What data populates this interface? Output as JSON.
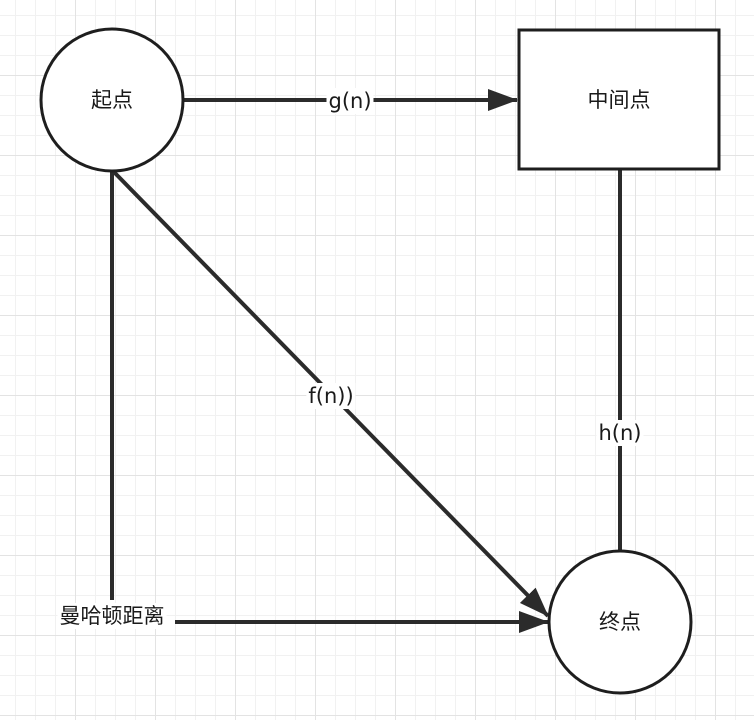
{
  "nodes": {
    "start": {
      "label": "起点",
      "shape": "circle"
    },
    "middle": {
      "label": "中间点",
      "shape": "rectangle"
    },
    "end": {
      "label": "终点",
      "shape": "circle"
    }
  },
  "edges": {
    "start_to_middle": {
      "label": "g(n)"
    },
    "start_to_end": {
      "label": "f(n))"
    },
    "middle_to_end": {
      "label": "h(n)"
    },
    "manhattan": {
      "label": "曼哈顿距离"
    }
  },
  "colors": {
    "stroke": "#2b2b2b",
    "node_fill": "#ffffff",
    "grid": "#e3e3e3"
  }
}
